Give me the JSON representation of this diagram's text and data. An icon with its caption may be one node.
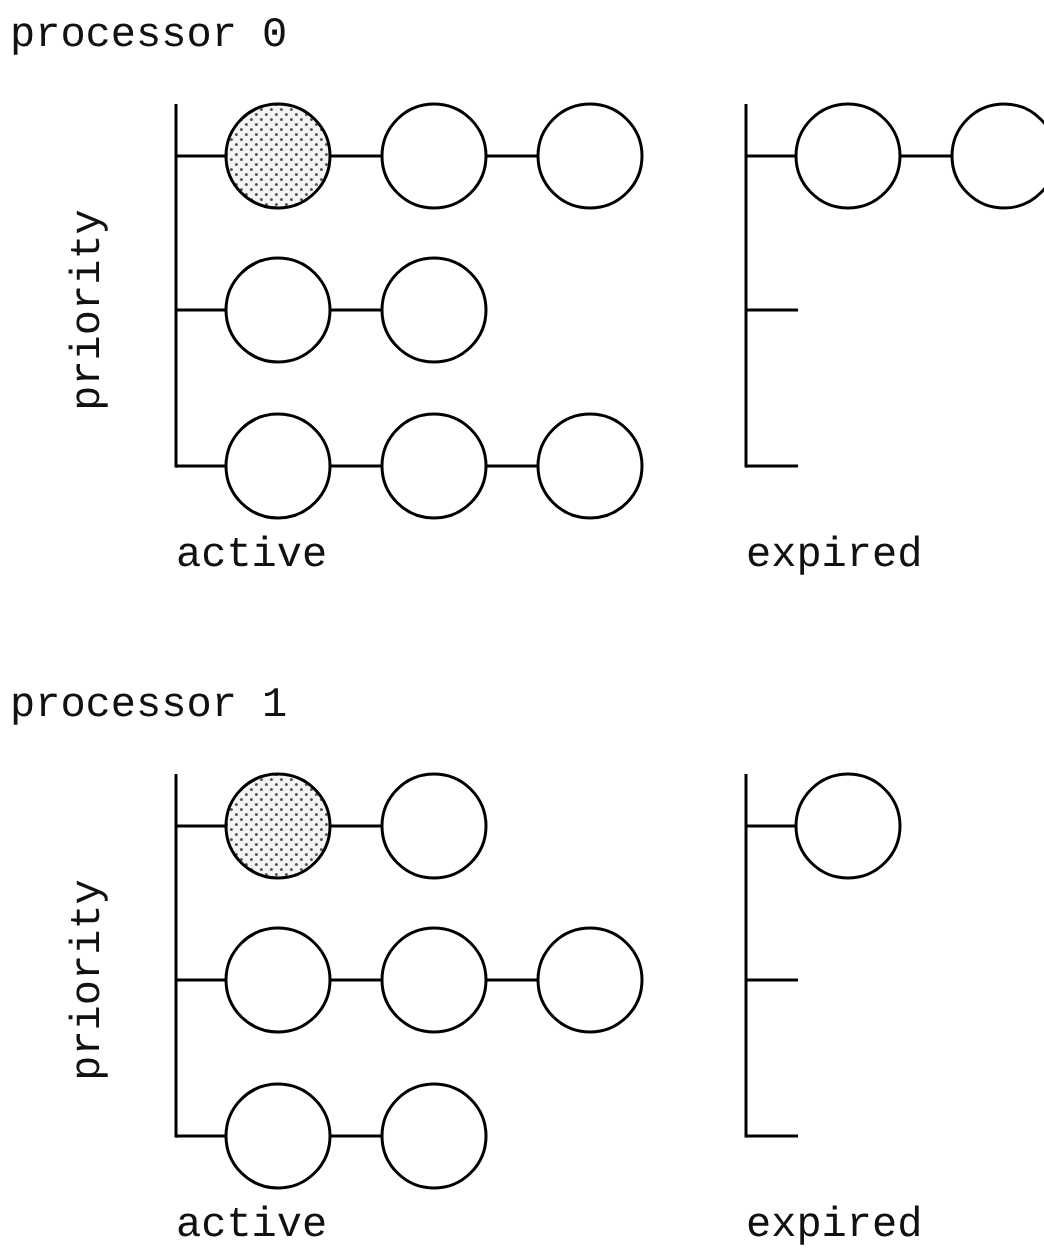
{
  "diagram": {
    "nodes": [
      {
        "text": [],
        "shape": "bar"
      },
      {
        "text": [],
        "shape": "circle"
      },
      {
        "text": [],
        "shape": "circle"
      },
      {
        "text": [],
        "shape": "circle"
      },
      {
        "text": [],
        "shape": "circle"
      },
      {
        "text": [],
        "shape": "circle"
      },
      {
        "text": [],
        "shape": "circle"
      },
      {
        "text": [],
        "shape": "circle"
      },
      {
        "text": [],
        "shape": "circle"
      },
      {
        "text": [],
        "shape": "bar"
      },
      {
        "text": [],
        "shape": "circle"
      },
      {
        "text": [],
        "shape": "circle"
      },
      {
        "text": [],
        "shape": "bar"
      },
      {
        "text": [],
        "shape": "circle"
      },
      {
        "text": [],
        "shape": "circle"
      },
      {
        "text": [],
        "shape": "circle"
      },
      {
        "text": [],
        "shape": "circle"
      },
      {
        "text": [],
        "shape": "circle"
      },
      {
        "text": [],
        "shape": "circle"
      },
      {
        "text": [],
        "shape": "circle"
      },
      {
        "text": [],
        "shape": "bar"
      },
      {
        "text": [],
        "shape": "circle"
      }
    ],
    "edges": [
      {
        "from": 0,
        "to": 1,
        "arrow": "none"
      },
      {
        "from": 1,
        "to": 2,
        "arrow": "none"
      },
      {
        "from": 2,
        "to": 3,
        "arrow": "none"
      },
      {
        "from": 0,
        "to": 4,
        "arrow": "none"
      },
      {
        "from": 4,
        "to": 5,
        "arrow": "none"
      },
      {
        "from": 0,
        "to": 6,
        "arrow": "none"
      },
      {
        "from": 6,
        "to": 7,
        "arrow": "none"
      },
      {
        "from": 7,
        "to": 8,
        "arrow": "none"
      },
      {
        "from": 9,
        "to": 10,
        "arrow": "none"
      },
      {
        "from": 10,
        "to": 11,
        "arrow": "none"
      },
      {
        "from": 12,
        "to": 13,
        "arrow": "none"
      },
      {
        "from": 13,
        "to": 14,
        "arrow": "none"
      },
      {
        "from": 12,
        "to": 15,
        "arrow": "none"
      },
      {
        "from": 15,
        "to": 16,
        "arrow": "none"
      },
      {
        "from": 16,
        "to": 17,
        "arrow": "none"
      },
      {
        "from": 12,
        "to": 18,
        "arrow": "none"
      },
      {
        "from": 18,
        "to": 19,
        "arrow": "none"
      },
      {
        "from": 20,
        "to": 21,
        "arrow": "none"
      }
    ],
    "labels": [
      "processor 0",
      "priority",
      "active",
      "expired",
      "processor 1",
      "priority",
      "active",
      "expired"
    ]
  }
}
